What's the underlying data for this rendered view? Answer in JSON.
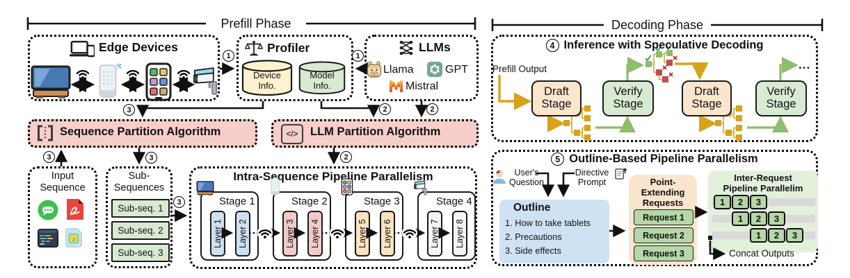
{
  "phases": {
    "prefill": "Prefill Phase",
    "decoding": "Decoding Phase"
  },
  "steps": {
    "one": "1",
    "two": "2",
    "three": "3",
    "four": "4",
    "five": "5"
  },
  "edge_devices": {
    "title": "Edge Devices"
  },
  "profiler": {
    "title": "Profiler",
    "device_info": "Device\nInfo.",
    "model_info": "Model\nInfo."
  },
  "llms": {
    "title": "LLMs",
    "models": [
      "Llama",
      "GPT",
      "Mistral"
    ]
  },
  "seq_partition": {
    "title": "Sequence Partition Algorithm"
  },
  "llm_partition": {
    "title": "LLM Partition Algorithm",
    "icon_text": "</>"
  },
  "input_sequence": {
    "title": "Input\nSequence"
  },
  "sub_sequences": {
    "title": "Sub-\nSequences",
    "items": [
      "Sub-seq. 1",
      "Sub-seq. 2",
      "Sub-seq. 3"
    ]
  },
  "intra_seq": {
    "title": "Intra-Sequence Pipeline Parallelism",
    "stages": [
      {
        "label": "Stage 1",
        "layers": [
          "Layer 1",
          "Layer 2"
        ]
      },
      {
        "label": "Stage 2",
        "layers": [
          "Layer 3",
          "Layer 4"
        ]
      },
      {
        "label": "Stage 3",
        "layers": [
          "Layer 5",
          "Layer 6"
        ]
      },
      {
        "label": "Stage 4",
        "layers": [
          "Layer 7",
          "Layer 8"
        ]
      }
    ]
  },
  "spec_decoding": {
    "title": "Inference with Speculative Decoding",
    "prefill_output": "Prefill Output",
    "draft_label": "Draft\nStage",
    "verify_label": "Verify\nStage",
    "ellipsis": "..."
  },
  "outline_pp": {
    "title": "Outline-Based Pipeline Parallelism",
    "users_question": "User's\nQuestion",
    "directive_prompt": "Directive\nPrompt",
    "outline": {
      "title": "Outline",
      "items": [
        "1. How to take tablets",
        "2. Precautions",
        "3. Side effects"
      ]
    },
    "requests": {
      "title": "Point-\nExtending\nRequests",
      "items": [
        "Request 1",
        "Request 2",
        "Request 3"
      ]
    },
    "inter_request": {
      "title": "Inter-Request\nPipeline Parallelim",
      "cells": [
        "1",
        "2",
        "3"
      ]
    },
    "concat_outputs": "Concat Outputs"
  },
  "icons": {
    "music_note": "♪"
  },
  "colors": {
    "pink": "#f6cfca",
    "peach": "#fce5cd",
    "green_light": "#d9ead3",
    "green_mid": "#b6d7a8",
    "blue_light": "#cfe2f3",
    "cylinder_yellow": "#fff2cc",
    "arrow_yellow": "#D9A21B",
    "arrow_green": "#8FBC6D",
    "token_red": "#C0504D",
    "gray_bar": "#D9D9D9"
  }
}
